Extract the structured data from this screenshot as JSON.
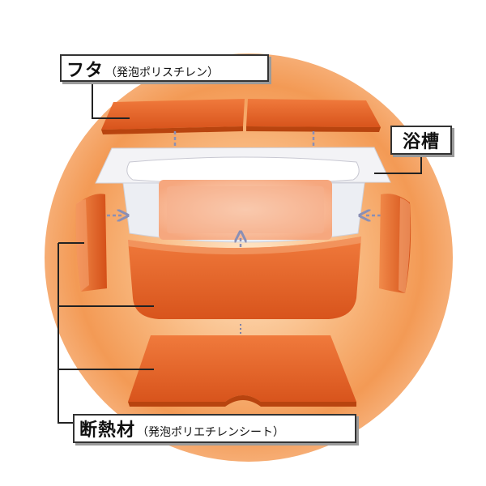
{
  "labels": {
    "lid": {
      "main": "フタ",
      "sub": "（発泡ポリスチレン）"
    },
    "tub": {
      "main": "浴槽"
    },
    "insulation": {
      "main": "断熱材",
      "sub": "（発泡ポリエチレンシート）"
    }
  },
  "colors": {
    "insulation_orange": "#ea6a2c",
    "glow_orange": "#f39a55",
    "tub_white": "#f4f4f6",
    "arrow": "#8a8fb5"
  }
}
